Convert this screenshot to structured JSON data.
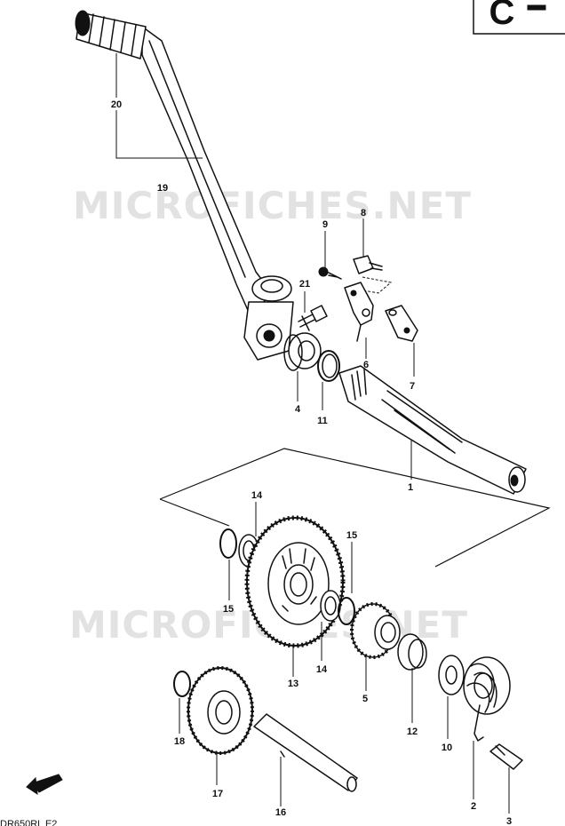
{
  "section_code": "C",
  "watermarks": [
    "MICROFICHES.NET",
    "MICROFICHES.NET"
  ],
  "figure_code": "DR650RL  E2",
  "direction_label": "FWD",
  "callouts": [
    {
      "id": "1",
      "text": "1"
    },
    {
      "id": "2",
      "text": "2"
    },
    {
      "id": "3",
      "text": "3"
    },
    {
      "id": "4",
      "text": "4"
    },
    {
      "id": "5",
      "text": "5"
    },
    {
      "id": "6",
      "text": "6"
    },
    {
      "id": "7",
      "text": "7"
    },
    {
      "id": "8",
      "text": "8"
    },
    {
      "id": "9",
      "text": "9"
    },
    {
      "id": "10",
      "text": "10"
    },
    {
      "id": "11",
      "text": "11"
    },
    {
      "id": "12",
      "text": "12"
    },
    {
      "id": "13",
      "text": "13"
    },
    {
      "id": "14a",
      "text": "14"
    },
    {
      "id": "14b",
      "text": "14"
    },
    {
      "id": "15a",
      "text": "15"
    },
    {
      "id": "15b",
      "text": "15"
    },
    {
      "id": "16",
      "text": "16"
    },
    {
      "id": "17",
      "text": "17"
    },
    {
      "id": "18",
      "text": "18"
    },
    {
      "id": "19",
      "text": "19"
    },
    {
      "id": "20",
      "text": "20"
    },
    {
      "id": "21",
      "text": "21"
    }
  ]
}
